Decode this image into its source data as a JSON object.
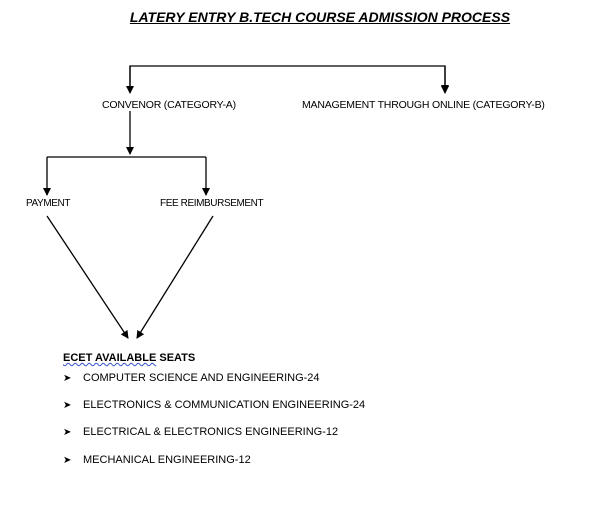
{
  "title": "LATERY ENTRY B.TECH COURSE ADMISSION PROCESS",
  "nodes": {
    "category_a": "CONVENOR (CATEGORY-A)",
    "category_b": "MANAGEMENT THROUGH ONLINE (CATEGORY-B)",
    "payment": "PAYMENT",
    "fee_reimbursement": "FEE REIMBURSEMENT"
  },
  "seats": {
    "heading_part1": "ECET  AVAILABLE",
    "heading_part2": " SEATS",
    "items": [
      {
        "bullet_icon": "arrowhead-bullet-icon",
        "label": "COMPUTER SCIENCE  AND ENGINEERING-24"
      },
      {
        "bullet_icon": "arrowhead-bullet-icon",
        "label": "ELECTRONICS & COMMUNICATION ENGINEERING-24"
      },
      {
        "bullet_icon": "arrowhead-bullet-icon",
        "label": "ELECTRICAL & ELECTRONICS  ENGINEERING-12"
      },
      {
        "bullet_icon": "arrowhead-bullet-icon",
        "label": "MECHANICAL ENGINEERING-12"
      }
    ]
  },
  "colors": {
    "lines": "#000000",
    "spellcheck_underline": "#3050c8"
  }
}
